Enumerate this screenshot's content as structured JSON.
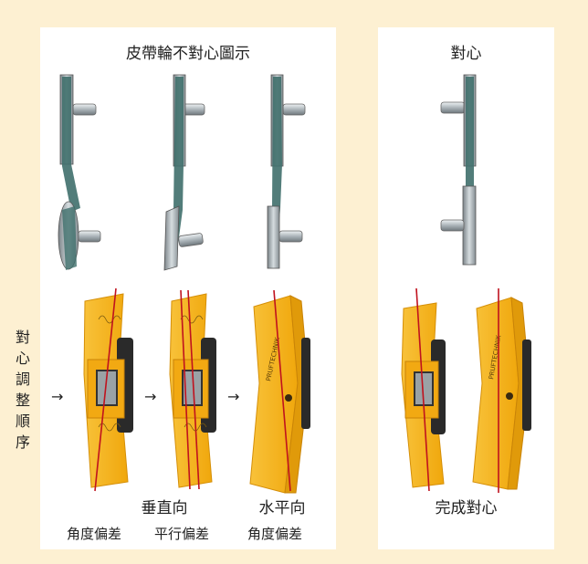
{
  "left_panel": {
    "title": "皮帶輪不對心圖示",
    "step_vertical": "垂直向",
    "step_horizontal": "水平向",
    "labels": [
      "角度偏差",
      "平行偏差",
      "角度偏差"
    ]
  },
  "right_panel": {
    "title": "對心",
    "caption": "完成對心"
  },
  "side_label": "對心調整順序",
  "arrow_glyph": "→",
  "tool_brand": "PRUFTECHNIK",
  "colors": {
    "background": "#fdf0d2",
    "belt": "#3f6f6c",
    "tool_body": "#f6b21e",
    "laser_line": "#c0121e"
  }
}
